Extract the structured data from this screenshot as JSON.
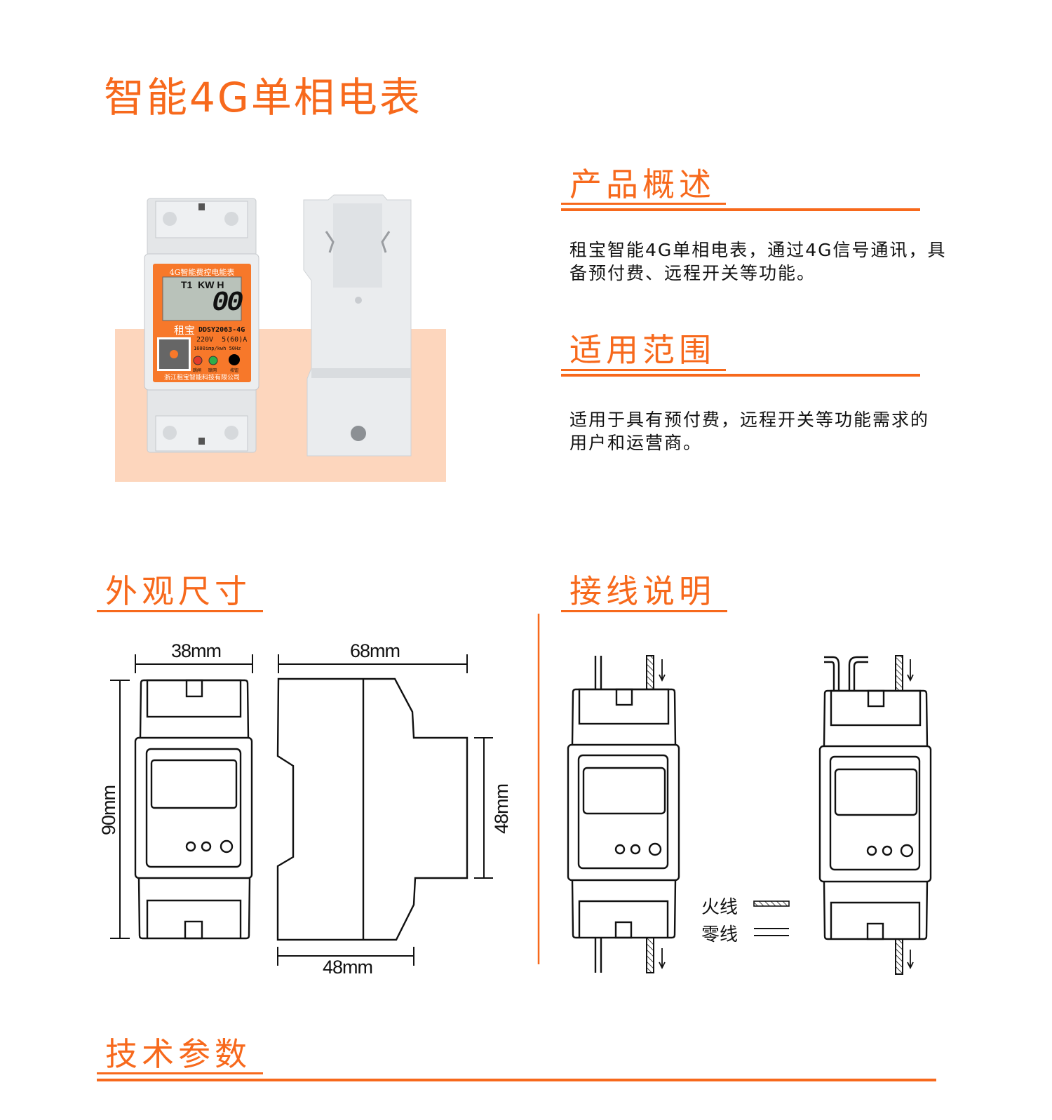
{
  "title": "智能4G单相电表",
  "sections": {
    "overview": {
      "heading": "产品概述",
      "text": "租宝智能4G单相电表，通过4G信号通讯，具备预付费、远程开关等功能。"
    },
    "scope": {
      "heading": "适用范围",
      "text": "适用于具有预付费，远程开关等功能需求的用户和运营商。"
    },
    "dimensions": {
      "heading": "外观尺寸",
      "width": "38mm",
      "height": "90mm",
      "depth": "68mm",
      "side_height": "48mm",
      "base_depth": "48mm"
    },
    "wiring": {
      "heading": "接线说明",
      "live_label": "火线",
      "neutral_label": "零线"
    },
    "specs": {
      "heading": "技术参数"
    }
  },
  "product_photo": {
    "panel_title": "4G智能费控电能表",
    "lcd_line": "T1  KW H",
    "lcd_digits": "00",
    "brand": "租宝",
    "model": "DDSY2063-4G",
    "rating": "220V  5(60)A",
    "constant": "1600imp/kwh 50Hz",
    "led_labels": [
      "跳闸",
      "联网",
      "按钮"
    ],
    "company": "浙江租宝智能科技有限公司"
  },
  "colors": {
    "accent": "#f7691c",
    "photo_bg": "#fdd6bd",
    "panel": "#f7782a",
    "lcd": "#b9c2ba"
  }
}
